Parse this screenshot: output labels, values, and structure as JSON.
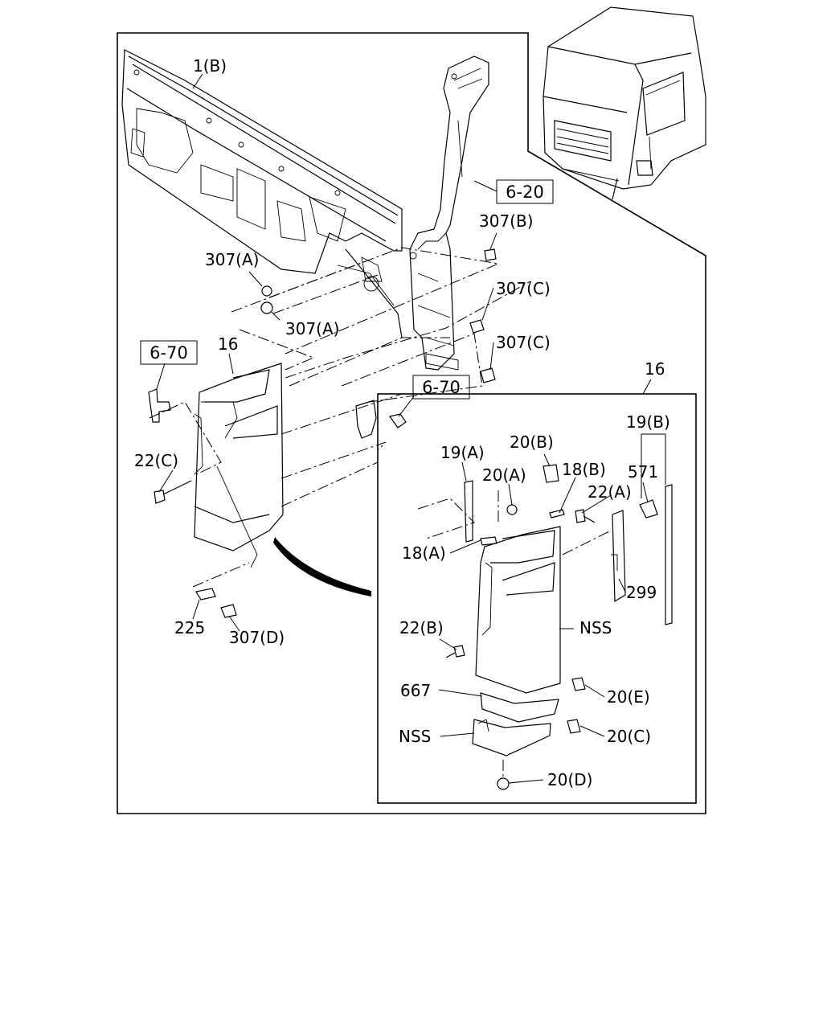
{
  "callouts": {
    "c1b": "1(B)",
    "c6_20": "6-20",
    "c307b": "307(B)",
    "c307a_1": "307(A)",
    "c307c_1": "307(C)",
    "c307a_2": "307(A)",
    "c307c_2": "307(C)",
    "c6_70_left": "6-70",
    "c16_left": "16",
    "c16_right": "16",
    "c6_70_mid": "6-70",
    "c22c": "22(C)",
    "c225": "225",
    "c307d": "307(D)",
    "c19b": "19(B)",
    "c19a": "19(A)",
    "c20b": "20(B)",
    "c20a": "20(A)",
    "c18b": "18(B)",
    "c22a": "22(A)",
    "c571": "571",
    "c18a": "18(A)",
    "c299": "299",
    "c22b": "22(B)",
    "cNSS_1": "NSS",
    "c667": "667",
    "c20e": "20(E)",
    "cNSS_2": "NSS",
    "c20c": "20(C)",
    "c20d": "20(D)"
  }
}
